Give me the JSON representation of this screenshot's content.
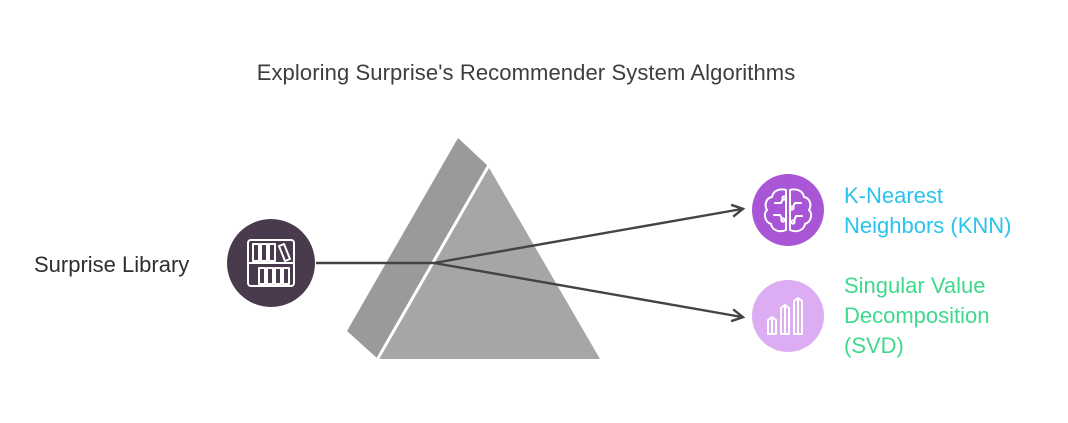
{
  "title": "Exploring Surprise's Recommender System Algorithms",
  "source": {
    "label": "Surprise Library",
    "icon": "bookshelf-icon",
    "circle_color": "#4a3a4d"
  },
  "prism": {
    "front_color": "#a3a3a3",
    "side_color": "#8f8f8f"
  },
  "outputs": [
    {
      "lines": [
        "K-Nearest",
        "Neighbors (KNN)"
      ],
      "icon": "brain-circuit-icon",
      "circle_color": "#a855d6",
      "text_color": "#29c3ec"
    },
    {
      "lines": [
        "Singular Value",
        "Decomposition",
        "(SVD)"
      ],
      "icon": "bar-chart-icon",
      "circle_color": "#dcadf2",
      "text_color": "#3fd98c"
    }
  ]
}
